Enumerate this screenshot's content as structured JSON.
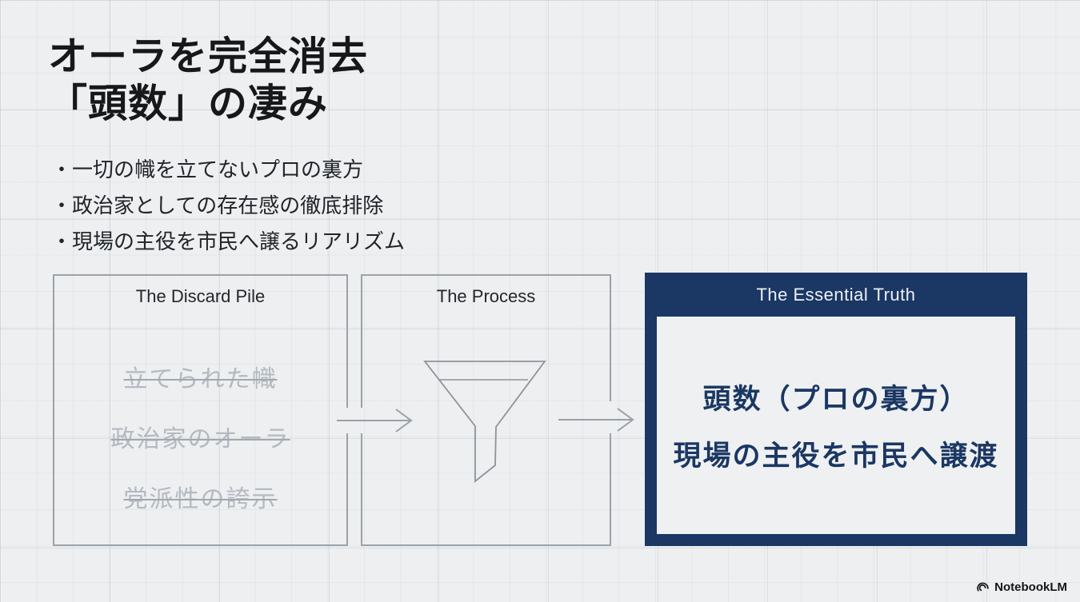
{
  "slide": {
    "title_lines": [
      "オーラを完全消去",
      "「頭数」の凄み"
    ],
    "bullets": [
      "・一切の幟を立てないプロの裏方",
      "・政治家としての存在感の徹底排除",
      "・現場の主役を市民へ譲るリアリズム"
    ],
    "discard": {
      "title": "The Discard Pile",
      "items": [
        "立てられた幟",
        "政治家のオーラ",
        "党派性の誇示"
      ]
    },
    "process": {
      "title": "The Process",
      "icon": "funnel-icon"
    },
    "essential": {
      "title": "The Essential Truth",
      "lines": [
        "頭数（プロの裏方）",
        "現場の主役を市民へ譲渡"
      ]
    },
    "colors": {
      "background": "#edeff1",
      "grid_line": "#d9dce0",
      "box_border": "#9ba2a9",
      "navy_accent": "#1b3763",
      "discard_text": "#b4bac0",
      "title_text": "#17181a"
    }
  },
  "footer": {
    "brand": "NotebookLM"
  }
}
